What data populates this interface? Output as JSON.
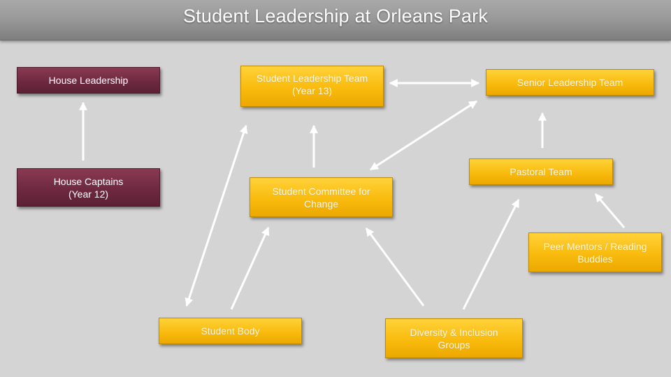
{
  "title": "Student Leadership at Orleans Park",
  "nodes": {
    "house_leadership": "House Leadership",
    "house_captains": "House Captains\n(Year 12)",
    "student_leadership_team": "Student Leadership Team\n(Year 13)",
    "senior_leadership_team": "Senior Leadership Team",
    "student_committee": "Student Committee for\nChange",
    "pastoral_team": "Pastoral Team",
    "peer_mentors": "Peer Mentors / Reading\nBuddies",
    "student_body": "Student Body",
    "diversity_groups": "Diversity & Inclusion\nGroups"
  },
  "colors": {
    "maroon": "#6e2940",
    "gold": "#f9bb0d",
    "arrow": "#ffffff",
    "background": "#d4d4d4"
  }
}
